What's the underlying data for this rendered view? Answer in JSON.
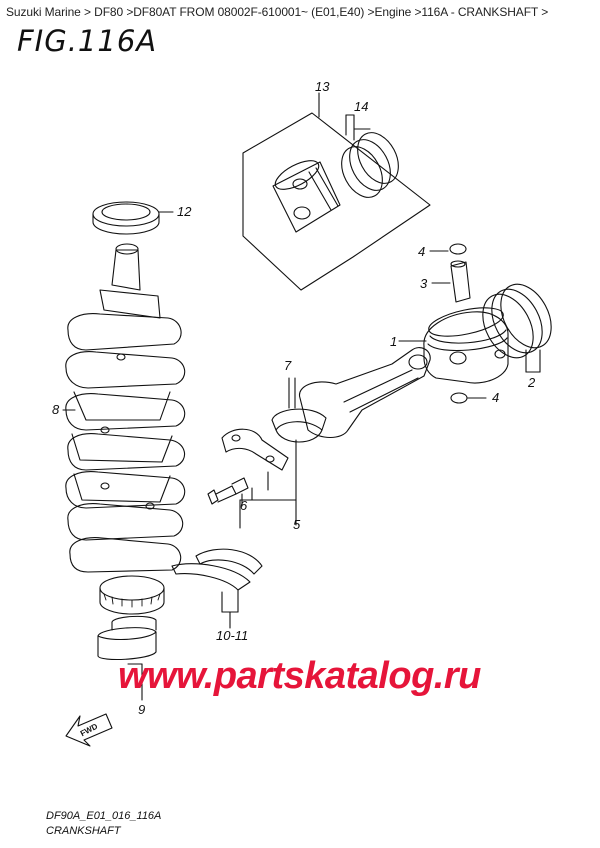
{
  "breadcrumb": [
    {
      "label": "Suzuki Marine"
    },
    {
      "label": "DF80"
    },
    {
      "label": "DF80AT FROM 08002F-610001~ (E01,E40)"
    },
    {
      "label": "Engine"
    },
    {
      "label": "116A - CRANKSHAFT"
    }
  ],
  "breadcrumb_separator": ">",
  "figure": {
    "title": "FIG.116A",
    "code": "DF90A_E01_016_116A",
    "caption": "CRANKSHAFT"
  },
  "callouts": {
    "c1": "1",
    "c2": "2",
    "c3": "3",
    "c4a": "4",
    "c4b": "4",
    "c5": "5",
    "c6": "6",
    "c7": "7",
    "c8": "8",
    "c9": "9",
    "c10_11": "10-11",
    "c12": "12",
    "c13": "13",
    "c14": "14"
  },
  "fwd_label": "FWD",
  "watermark": "www.partskatalog.ru",
  "colors": {
    "line": "#111111",
    "watermark": "#e6153a"
  }
}
